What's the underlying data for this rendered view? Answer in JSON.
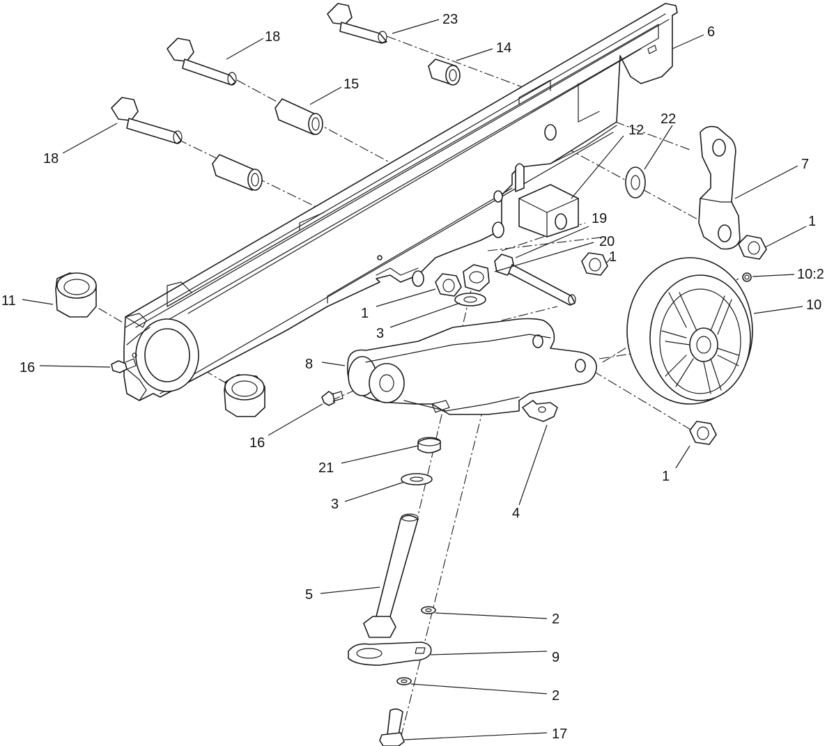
{
  "callouts": [
    {
      "id": "c23",
      "text": "23"
    },
    {
      "id": "c18a",
      "text": "18"
    },
    {
      "id": "c14",
      "text": "14"
    },
    {
      "id": "c6",
      "text": "6"
    },
    {
      "id": "c15",
      "text": "15"
    },
    {
      "id": "c22",
      "text": "22"
    },
    {
      "id": "c12",
      "text": "12"
    },
    {
      "id": "c18b",
      "text": "18"
    },
    {
      "id": "c7",
      "text": "7"
    },
    {
      "id": "c19",
      "text": "19"
    },
    {
      "id": "c1a",
      "text": "1"
    },
    {
      "id": "c20",
      "text": "20"
    },
    {
      "id": "c1b",
      "text": "1"
    },
    {
      "id": "c11",
      "text": "11"
    },
    {
      "id": "c1c",
      "text": "1"
    },
    {
      "id": "c10b",
      "text": "10:2"
    },
    {
      "id": "c10",
      "text": "10"
    },
    {
      "id": "c3a",
      "text": "3"
    },
    {
      "id": "c8",
      "text": "8"
    },
    {
      "id": "c16a",
      "text": "16"
    },
    {
      "id": "c16b",
      "text": "16"
    },
    {
      "id": "c1d",
      "text": "1"
    },
    {
      "id": "c21",
      "text": "21"
    },
    {
      "id": "c3b",
      "text": "3"
    },
    {
      "id": "c4",
      "text": "4"
    },
    {
      "id": "c5",
      "text": "5"
    },
    {
      "id": "c2a",
      "text": "2"
    },
    {
      "id": "c9",
      "text": "9"
    },
    {
      "id": "c2b",
      "text": "2"
    },
    {
      "id": "c17",
      "text": "17"
    }
  ]
}
